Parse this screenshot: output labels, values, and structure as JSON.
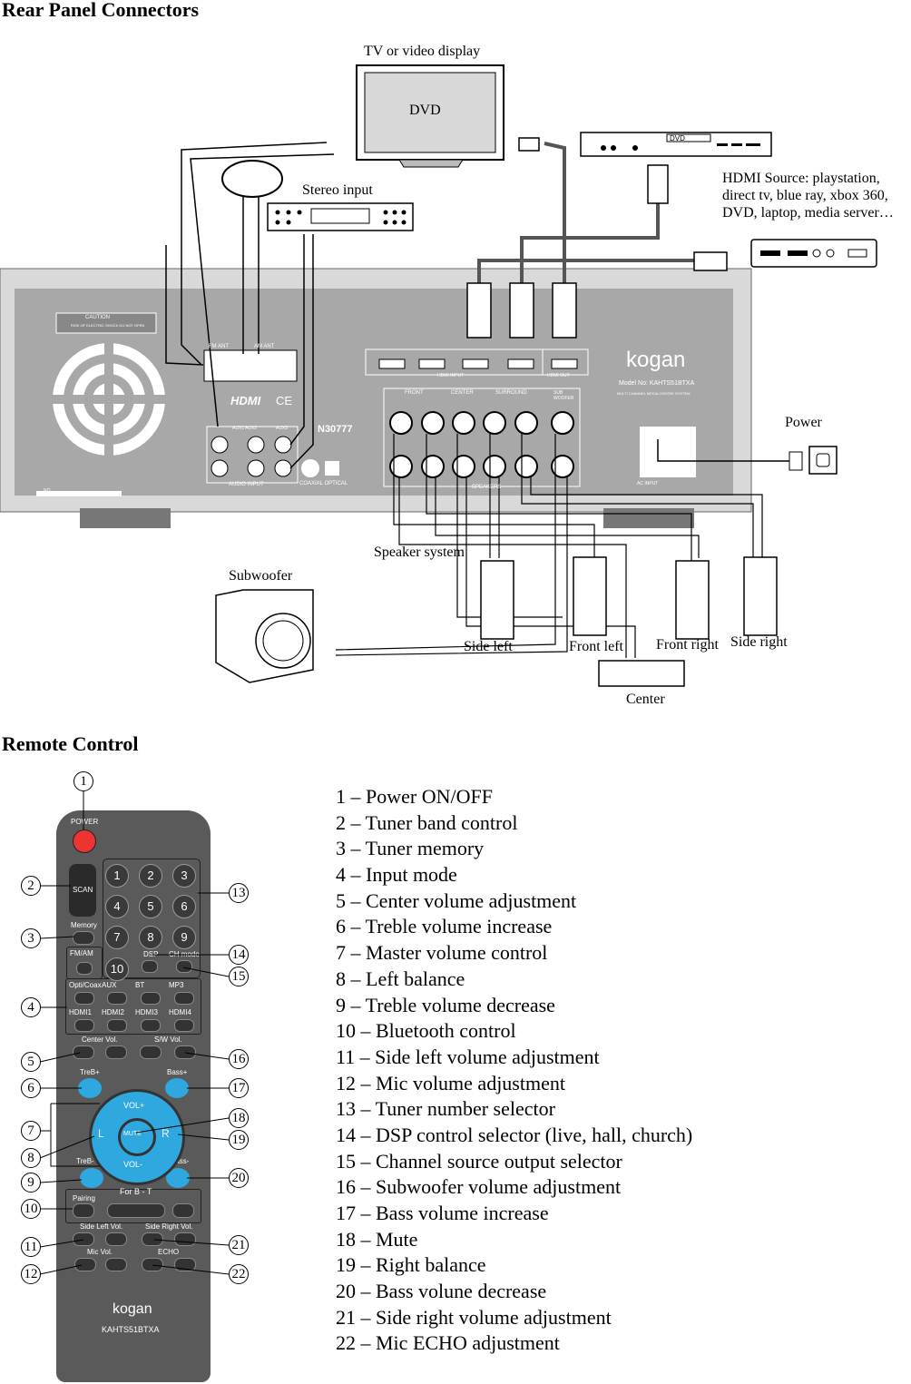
{
  "sections": {
    "rear_title": "Rear Panel Connectors",
    "remote_title": "Remote Control"
  },
  "rear": {
    "tv_label": "TV or video display",
    "tv_screen_text": "DVD",
    "stereo_input": "Stereo input",
    "hdmi_source_lines": [
      "HDMI Source: playstation,",
      "direct tv, blue ray, xbox 360,",
      "DVD, laptop, media server…"
    ],
    "dvd_player_text": "DVD",
    "power": "Power",
    "speaker_system": "Speaker system",
    "subwoofer": "Subwoofer",
    "speakers": [
      "Side left",
      "Front left",
      "Front right",
      "Side right"
    ],
    "center": "Center",
    "panel": {
      "caution": "CAUTION",
      "caution_sub": "RISK OF ELECTRIC SHOCK DO NOT OPEN",
      "fm_ant": "FM ANT",
      "am_ant": "AM ANT",
      "hdmi_logo": "HDMI",
      "ce": "CE",
      "audio_input": "AUDIO INPUT",
      "aux_labels": [
        "AUX1",
        "AUX2",
        "AUX3"
      ],
      "coax_opt": "COAXIAL OPTICAL",
      "cert": "N30777",
      "hdmi_input": "HDMI INPUT",
      "hdmi_out": "HDMI OUT",
      "brand": "kogan",
      "model": "Model No: KAHTS51BTXA",
      "model_sub": "MULTI CHANNEL MEDIA CENTRE SYSTEM",
      "groups": [
        "FRONT",
        "CENTER",
        "SURROUND",
        "SUB WOOFER"
      ],
      "lr": [
        "L",
        "R",
        "L",
        "R"
      ],
      "speakers_label": "SPEAKERS",
      "ac_input": "AC INPUT",
      "no": "NO."
    }
  },
  "remote": {
    "buttons": {
      "power": "POWER",
      "scan": "SCAN",
      "memory": "Memory",
      "fm_am": "FM/AM",
      "dsp": "DSP",
      "ch_mode": "CH mode",
      "digits": [
        "1",
        "2",
        "3",
        "4",
        "5",
        "6",
        "7",
        "8",
        "9",
        "10"
      ],
      "sources": [
        "Opti/Coax",
        "AUX",
        "BT",
        "MP3",
        "HDMI1",
        "HDMI2",
        "HDMI3",
        "HDMI4"
      ],
      "center_vol": "Center Vol.",
      "sw_vol": "S/W Vol.",
      "treb_plus": "TreB+",
      "bass_plus": "Bass+",
      "treb_minus": "TreB-",
      "bass_minus": "Bass-",
      "vol_plus": "VOL+",
      "vol_minus": "VOL-",
      "left": "L",
      "right": "R",
      "mute": "MUTE",
      "pairing": "Pairing",
      "for_bt": "For B - T",
      "side_left_vol": "Side Left Vol.",
      "side_right_vol": "Side Right Vol.",
      "mic_vol": "Mic Vol.",
      "echo": "ECHO",
      "brand": "kogan",
      "model": "KAHTS51BTXA"
    },
    "callouts": [
      "1",
      "2",
      "3",
      "4",
      "5",
      "6",
      "7",
      "8",
      "9",
      "10",
      "11",
      "12",
      "13",
      "14",
      "15",
      "16",
      "17",
      "18",
      "19",
      "20",
      "21",
      "22"
    ]
  },
  "legend": [
    "1 – Power ON/OFF",
    "2 – Tuner band control",
    "3 – Tuner memory",
    "4 – Input mode",
    "5 – Center volume adjustment",
    "6 – Treble volume increase",
    "7 – Master volume control",
    "8 – Left balance",
    "9 – Treble volume decrease",
    "10 – Bluetooth control",
    "11 – Side left volume adjustment",
    "12 – Mic volume adjustment",
    "13 – Tuner number selector",
    "14 – DSP control selector (live, hall, church)",
    "15 – Channel source output selector",
    "16 – Subwoofer volume adjustment",
    "17 – Bass volume increase",
    "18 – Mute",
    "19 – Right balance",
    "20 – Bass volune decrease",
    "21 – Side right volume adjustment",
    "22 – Mic ECHO adjustment"
  ]
}
